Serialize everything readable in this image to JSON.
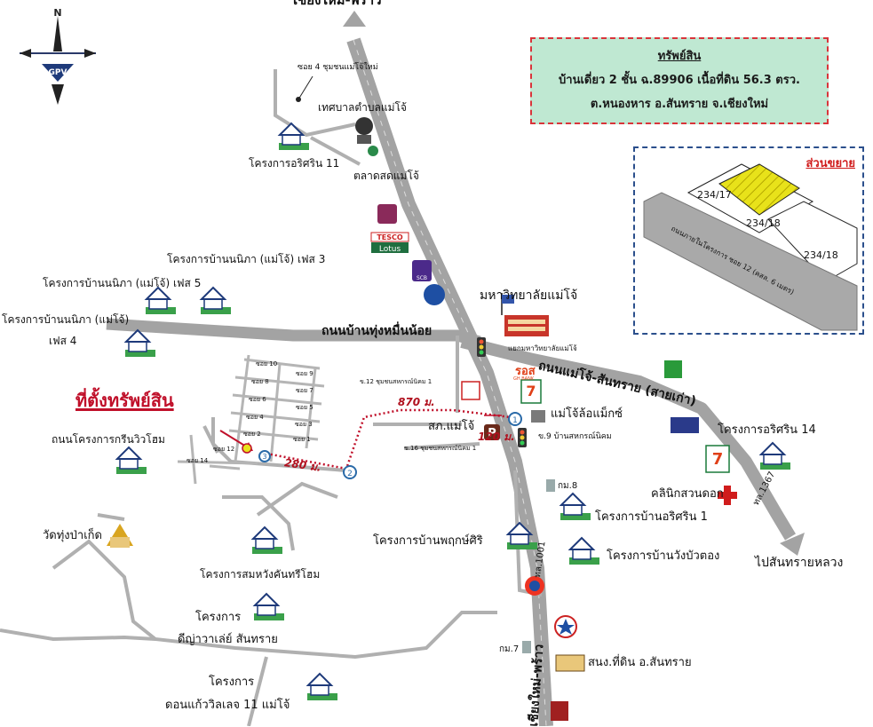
{
  "compass": {
    "north": "N",
    "logo": "GPV",
    "icon": "compass-icon"
  },
  "info_box": {
    "title": "ทรัพย์สิน",
    "line1": "บ้านเดี่ยว 2 ชั้น ฉ.89906 เนื้อที่ดิน 56.3 ตรว.",
    "line2": "ต.หนองหาร อ.สันทราย จ.เชียงใหม่"
  },
  "zoom": {
    "title": "ส่วนขยาย",
    "plot_left": "234/17",
    "plot_center": "234/18",
    "plot_right": "234/18",
    "road": "ถนนภายในโครงการ ซอย 12 (คสล. 6 เมตร)"
  },
  "labels": {
    "top_road": "เชียงใหม่-พร้าว",
    "soi4": "ซอย 4 ชุมชนแม่โจ้ใหม่",
    "tessaban": "เทศบาลตำบลแม่โจ้",
    "market": "ตลาดสดแม่โจ้",
    "arisarin11": "โครงการอริศริน 11",
    "nonnipa3": "โครงการบ้านนนิภา (แม่โจ้) เฟส 3",
    "nonnipa5": "โครงการบ้านนนิภา (แม่โจ้) เฟส 5",
    "nonnipa4a": "โครงการบ้านนนิภา (แม่โจ้)",
    "nonnipa4b": "เฟส 4",
    "road_thungmuennoi": "ถนนบ้านทุ่งหมื่นน้อย",
    "univ": "มหาวิทยาลัยแม่โจ้",
    "univ_junction": "แยกมหาวิทยาลัยแม่โจ้",
    "road_maejo_santsai": "ถนนแม่โจ้-สันทราย (สายเก่า)",
    "property_location": "ที่ตั้งทรัพย์สิน",
    "road_greenwiwat": "ถนนโครงการกรีนวิวโฮม",
    "soi12_community": "ข.12 ชุมชนสหกรณ์นิคม 1",
    "soi16_community": "ข.16 ชุมชนสหกรณ์นิคม 1",
    "dist_870": "870 ม.",
    "dist_280": "280 ม.",
    "dist_120": "120 ม.",
    "police": "สภ.แม่โจ้",
    "maejo_makro": "แม่โจ้ล้อแม็กซ์",
    "soi9": "ข.9 บ้านสหกรณ์นิคม",
    "arisarin14": "โครงการอริศริน 14",
    "route1367": "ทล.1367",
    "to_santsai": "ไปสันทรายหลวง",
    "km8": "กม.8",
    "clinic": "คลินิกสวนดอก",
    "arisarin1": "โครงการบ้านอริศริน 1",
    "wangbuatong": "โครงการบ้านวังบัวตอง",
    "pruksasiri": "โครงการบ้านพฤกษ์ศิริ",
    "wat": "วัดทุ่งป่าเก็ด",
    "somwang": "โครงการสมหวังคันทรีโฮม",
    "dhiyawara_a": "โครงการ",
    "dhiyawara_b": "ดีญ่าวาเล่ย์ สันทราย",
    "donkaew_a": "โครงการ",
    "donkaew_b": "ดอนแก้ววิลเลจ 11 แม่โจ้",
    "route1001": "ทล.1001",
    "km7": "กม.7",
    "land_office": "สนง.ที่ดิน อ.สันทราย",
    "bottom_road": "เชียงใหม่-พร้าว",
    "tesco": "TESCO",
    "lotus": "Lotus",
    "scb": "SCB",
    "roos": "รอส",
    "ghbank": "GH BANK",
    "soi10a": "ซอย 10",
    "soi8": "ซอย 8",
    "soi6": "ซอย 6",
    "soi4b": "ซอย 4",
    "soi2": "ซอย 2",
    "soi9b": "ซอย 9",
    "soi7": "ซอย 7",
    "soi5": "ซอย 5",
    "soi3": "ซอย 3",
    "soi1": "ซอย 1",
    "soi14": "ซอย 14",
    "soi12b": "ซอย 12"
  },
  "markers": [
    "1",
    "2",
    "3"
  ],
  "parking": "P",
  "colors": {
    "road": "#a9a9a9",
    "road_edge": "#8c8c8c",
    "route_dots": "#c0102a",
    "highlight": "#e8e21a",
    "info_bg": "#bfe8d2"
  }
}
